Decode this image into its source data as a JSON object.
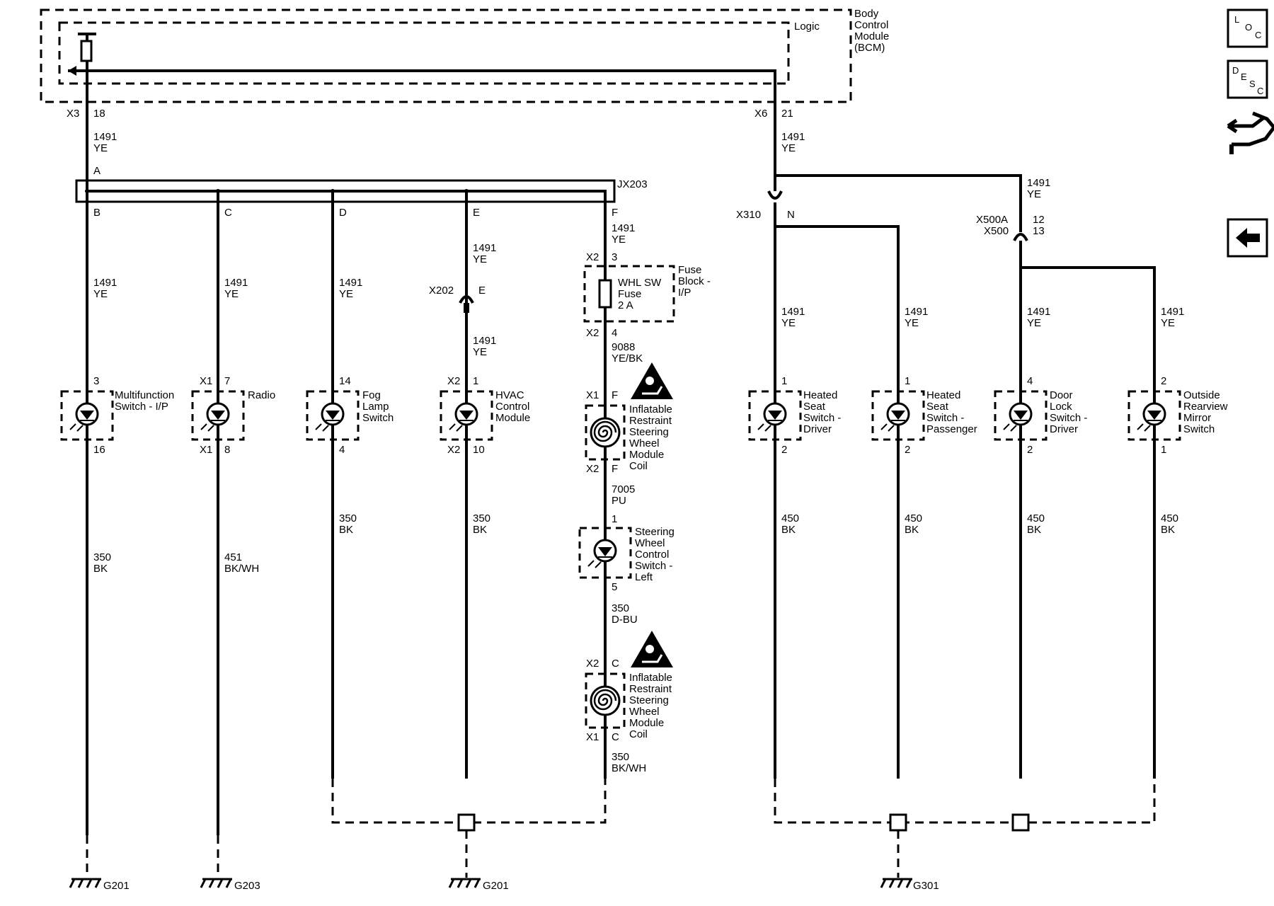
{
  "bcm": {
    "lines": [
      "Body",
      "Control",
      "Module",
      "(BCM)"
    ],
    "logic": "Logic"
  },
  "top": {
    "x3": "X3",
    "x3pin": "18",
    "x6": "X6",
    "x6pin": "21",
    "w1": [
      "1491",
      "YE"
    ],
    "w2": [
      "1491",
      "YE"
    ],
    "w3": [
      "1491",
      "YE"
    ]
  },
  "jx203": {
    "name": "JX203",
    "a": "A",
    "pins": [
      "B",
      "C",
      "D",
      "E",
      "F"
    ]
  },
  "wires": {
    "b": [
      "1491",
      "YE"
    ],
    "c": [
      "1491",
      "YE"
    ],
    "d": [
      "1491",
      "YE"
    ],
    "e1": [
      "1491",
      "YE"
    ],
    "e2": [
      "1491",
      "YE"
    ],
    "f": [
      "1491",
      "YE"
    ],
    "fuse_out": [
      "9088",
      "YE/BK"
    ],
    "coil_out": [
      "7005",
      "PU"
    ],
    "sw_out": [
      "350",
      "D-BU"
    ],
    "coil2_out": [
      "350",
      "BK/WH"
    ]
  },
  "x202": {
    "name": "X202",
    "pin": "E"
  },
  "fuse": {
    "x2a": "X2",
    "pa": "3",
    "x2b": "X2",
    "pb": "4",
    "box": [
      "Fuse",
      "Block -",
      "I/P"
    ],
    "name": [
      "WHL SW",
      "Fuse",
      "2 A"
    ]
  },
  "components": {
    "multi": {
      "top": "3",
      "bottom": "16",
      "name": [
        "Multifunction",
        "Switch - I/P"
      ]
    },
    "radio": {
      "tc": "X1",
      "top": "7",
      "bc": "X1",
      "bottom": "8",
      "name": [
        "Radio"
      ]
    },
    "fog": {
      "top": "14",
      "bottom": "4",
      "name": [
        "Fog",
        "Lamp",
        "Switch"
      ]
    },
    "hvac": {
      "tc": "X2",
      "top": "1",
      "bc": "X2",
      "bottom": "10",
      "name": [
        "HVAC",
        "Control",
        "Module"
      ]
    },
    "coil1": {
      "tc": "X1",
      "top": "F",
      "bc": "X2",
      "bottom": "F",
      "name": [
        "Inflatable",
        "Restraint",
        "Steering",
        "Wheel",
        "Module",
        "Coil"
      ]
    },
    "swc": {
      "top": "1",
      "bottom": "5",
      "name": [
        "Steering",
        "Wheel",
        "Control",
        "Switch -",
        "Left"
      ]
    },
    "coil2": {
      "tc": "X2",
      "top": "C",
      "bc": "X1",
      "bottom": "C",
      "name": [
        "Inflatable",
        "Restraint",
        "Steering",
        "Wheel",
        "Module",
        "Coil"
      ]
    },
    "hsd": {
      "top": "1",
      "bottom": "2",
      "name": [
        "Heated",
        "Seat",
        "Switch -",
        "Driver"
      ]
    },
    "hsp": {
      "top": "1",
      "bottom": "2",
      "name": [
        "Heated",
        "Seat",
        "Switch -",
        "Passenger"
      ]
    },
    "dls": {
      "top": "4",
      "bottom": "2",
      "name": [
        "Door",
        "Lock",
        "Switch -",
        "Driver"
      ]
    },
    "orm": {
      "top": "2",
      "bottom": "1",
      "name": [
        "Outside",
        "Rearview",
        "Mirror",
        "Switch"
      ]
    }
  },
  "grounds": {
    "multi": [
      "350",
      "BK"
    ],
    "radio": [
      "451",
      "BK/WH"
    ],
    "fog": [
      "350",
      "BK"
    ],
    "hvac": [
      "350",
      "BK"
    ],
    "hsd": [
      "450",
      "BK"
    ],
    "hsp": [
      "450",
      "BK"
    ],
    "dls": [
      "450",
      "BK"
    ],
    "orm": [
      "450",
      "BK"
    ]
  },
  "x310": {
    "name": "X310",
    "pin": "N"
  },
  "x500": {
    "names": [
      "X500A",
      "X500"
    ],
    "pins": [
      "12",
      "13"
    ]
  },
  "ground_names": [
    "G201",
    "G203",
    "G201",
    "G301"
  ],
  "side_icons": [
    "location-icon",
    "description-icon",
    "connector-icon",
    "back-arrow-icon"
  ],
  "loc": [
    "L",
    "O",
    "C"
  ],
  "desc": [
    "D",
    "E",
    "S",
    "C"
  ]
}
